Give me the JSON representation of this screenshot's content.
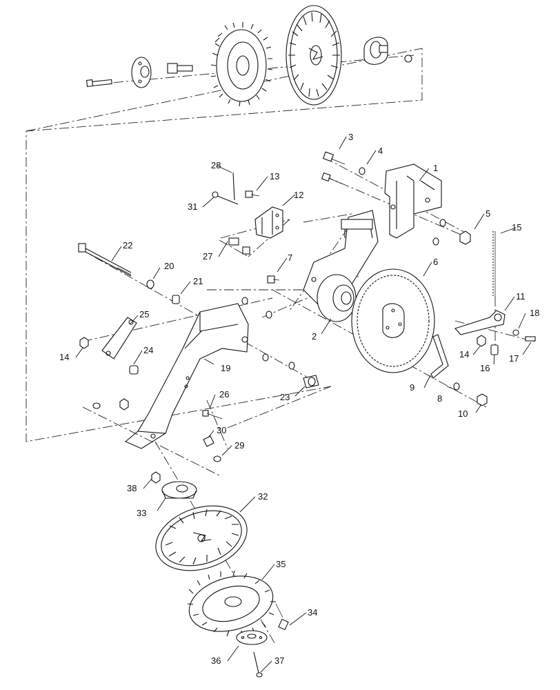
{
  "diagram": {
    "callouts": [
      "1",
      "2",
      "3",
      "4",
      "5",
      "6",
      "7",
      "8",
      "9",
      "10",
      "11",
      "12",
      "13",
      "14",
      "14",
      "15",
      "16",
      "17",
      "18",
      "19",
      "20",
      "21",
      "22",
      "23",
      "24",
      "25",
      "26",
      "27",
      "28",
      "29",
      "30",
      "31",
      "32",
      "33",
      "34",
      "35",
      "36",
      "37",
      "38"
    ]
  }
}
